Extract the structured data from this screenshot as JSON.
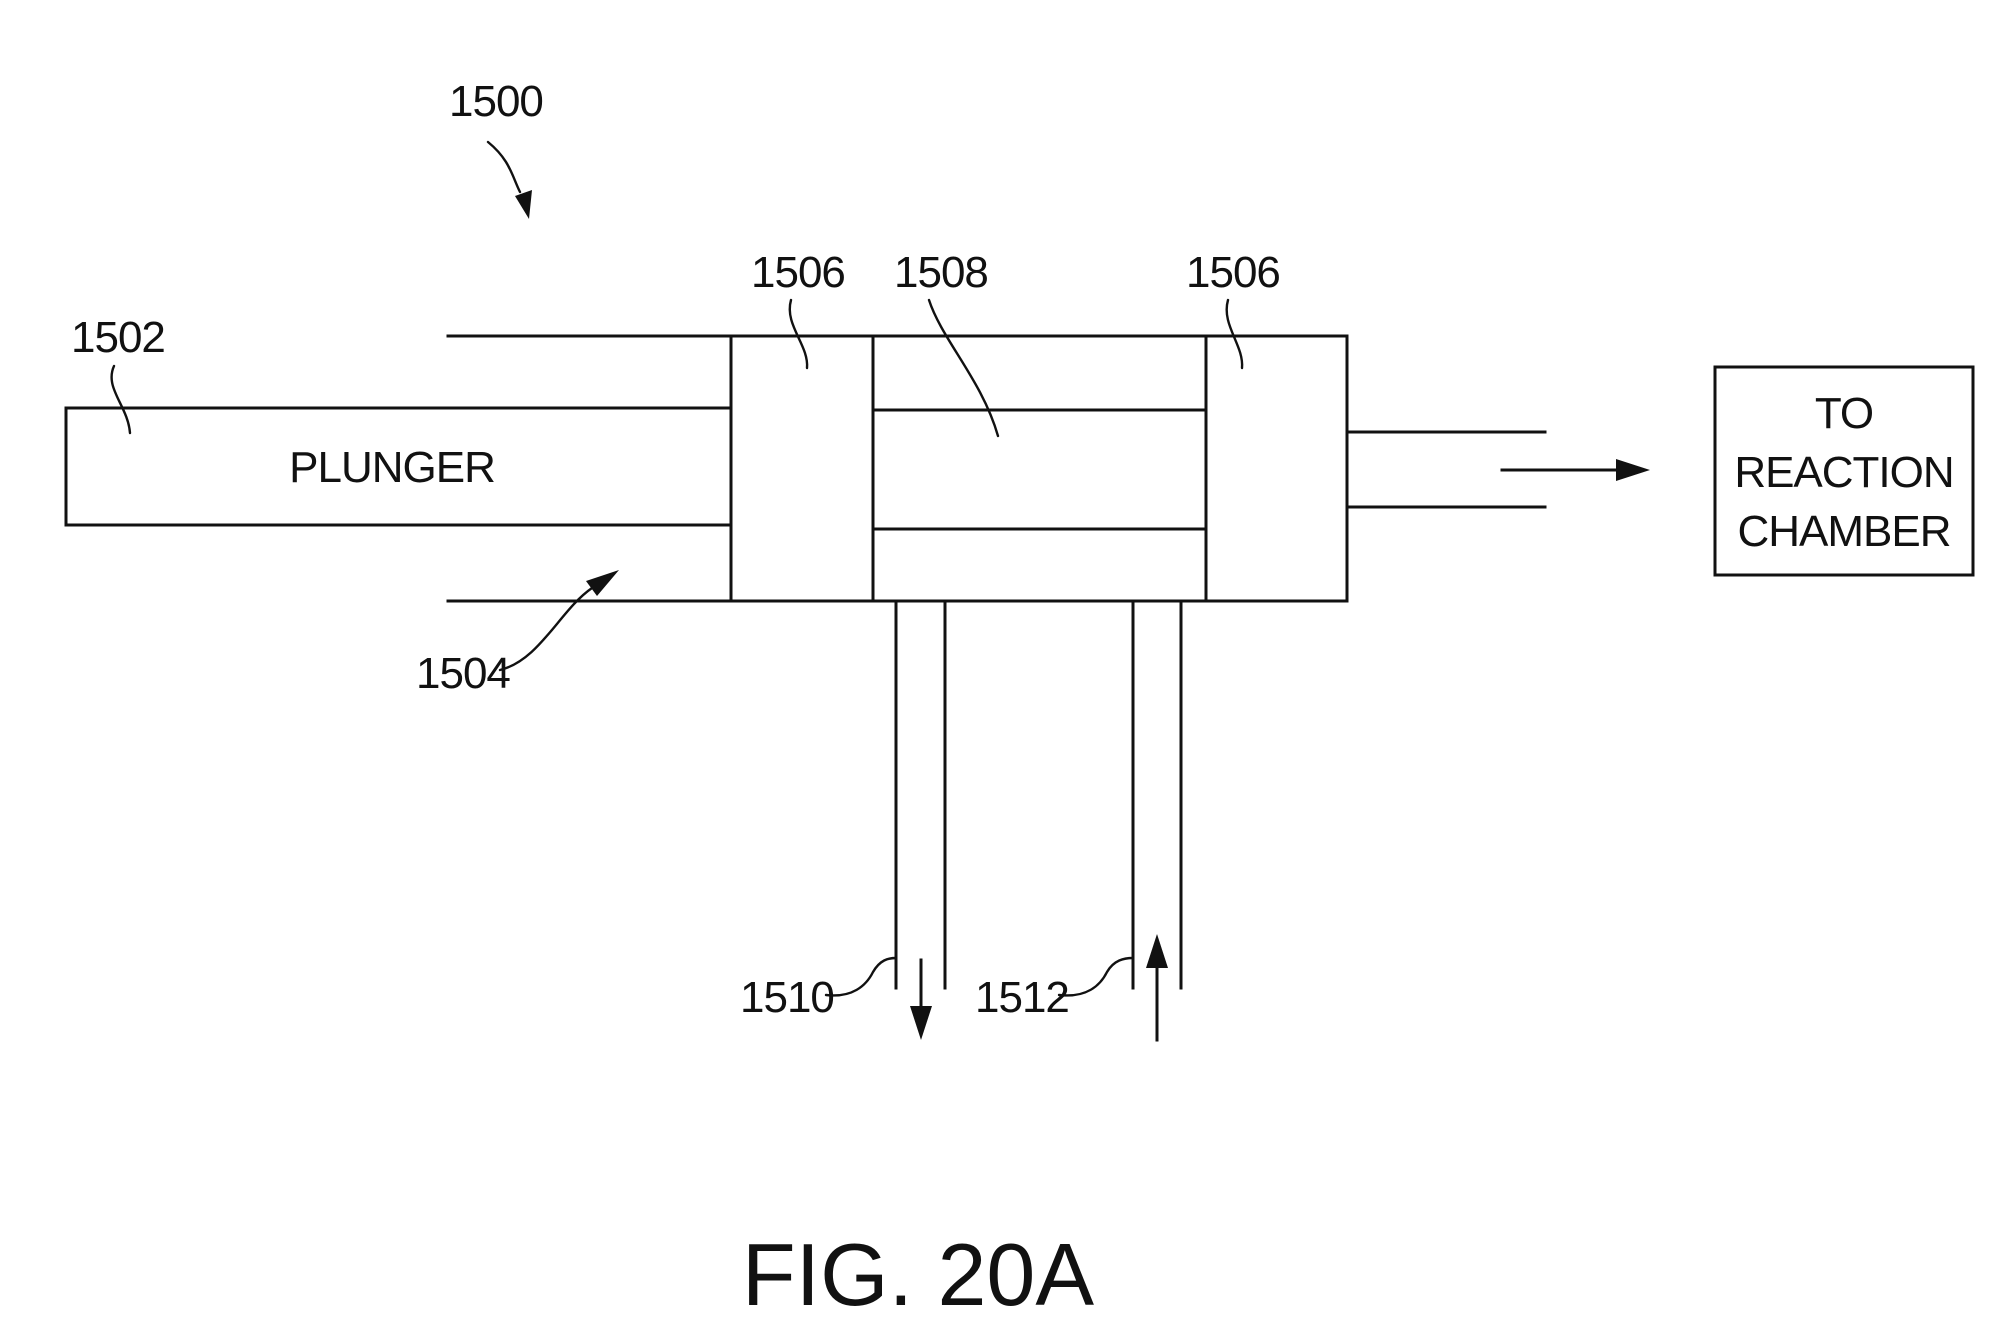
{
  "labels": {
    "system_ref": "1500",
    "plunger_ref": "1502",
    "plunger_text": "PLUNGER",
    "barrel_ref": "1504",
    "seal_left_ref": "1506",
    "chamber_ref": "1508",
    "seal_right_ref": "1506",
    "outlet_ref": "1510",
    "inlet_ref": "1512",
    "destination_line1": "TO",
    "destination_line2": "REACTION",
    "destination_line3": "CHAMBER"
  },
  "caption": "FIG. 20A"
}
